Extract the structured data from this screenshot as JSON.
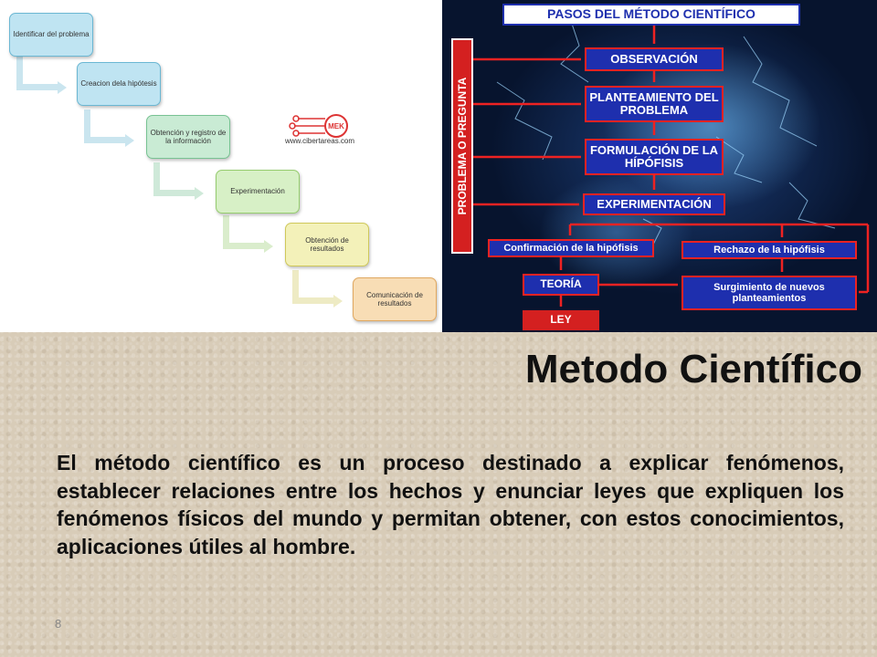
{
  "flowchart": {
    "steps": [
      {
        "label": "Identificar del problema",
        "color": "#bfe4f2",
        "border": "#6bb7d3"
      },
      {
        "label": "Creacion dela hipótesis",
        "color": "#bfe4f2",
        "border": "#6bb7d3"
      },
      {
        "label": "Obtención y registro de la información",
        "color": "#c9ebd4",
        "border": "#78c393"
      },
      {
        "label": "Experimentación",
        "color": "#d7f0c6",
        "border": "#96cc6f"
      },
      {
        "label": "Obtención de resultados",
        "color": "#f3f1b9",
        "border": "#cfc85a"
      },
      {
        "label": "Comunicación de resultados",
        "color": "#f8ddb5",
        "border": "#e0a860"
      }
    ],
    "logo_text": "MEK",
    "logo_url": "www.cibertareas.com"
  },
  "brain": {
    "title": "PASOS DEL MÉTODO CIENTÍFICO",
    "side_label": "PROBLEMA O PREGUNTA",
    "observacion": "OBSERVACIÓN",
    "planteamiento": "PLANTEAMIENTO DEL PROBLEMA",
    "formulacion": "FORMULACIÓN DE LA HÍPÓFISIS",
    "experimentacion": "EXPERIMENTACIÓN",
    "confirmacion": "Confirmación de la hipófisis",
    "rechazo": "Rechazo de la hipófisis",
    "teoria": "TEORÍA",
    "surgimiento": "Surgimiento de nuevos planteamientos",
    "ley": "LEY"
  },
  "slide": {
    "title": "Metodo Científico",
    "body": "El método científico es un proceso destinado a explicar fenómenos, establecer relaciones entre los hechos y enunciar leyes que expliquen los fenómenos físicos del mundo y permitan obtener, con estos conocimientos, aplicaciones útiles al hombre.",
    "page_number": "8"
  }
}
